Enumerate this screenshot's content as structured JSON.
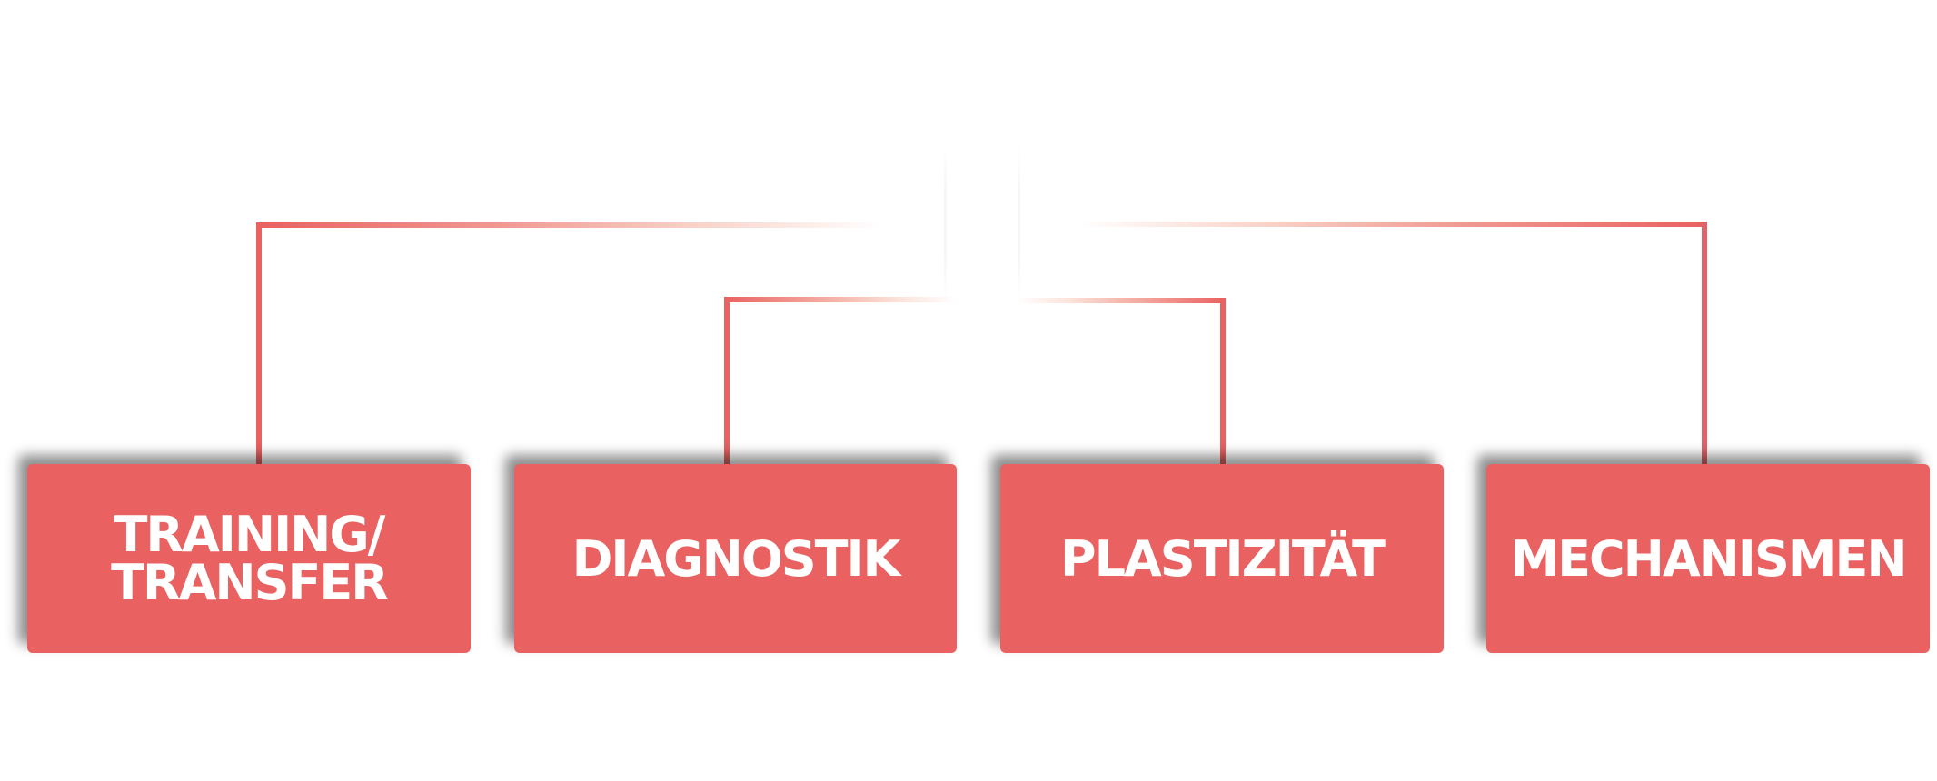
{
  "diagram": {
    "colors": {
      "box": "#E96161",
      "connector": "#E96161",
      "text": "#FFFFFF",
      "background": "#FFFFFF"
    },
    "nodes": [
      {
        "id": "training-transfer",
        "lines": [
          "TRAINING/",
          "TRANSFER"
        ],
        "label": "TRAINING/ TRANSFER"
      },
      {
        "id": "diagnostik",
        "lines": [
          "DIAGNOSTIK"
        ],
        "label": "DIAGNOSTIK"
      },
      {
        "id": "plastizitaet",
        "lines": [
          "PLASTIZITÄT"
        ],
        "label": "PLASTIZITÄT"
      },
      {
        "id": "mechanismen",
        "lines": [
          "MECHANISMEN"
        ],
        "label": "MECHANISMEN"
      }
    ],
    "connectors": [
      {
        "from": "root",
        "to": "training-transfer",
        "level": "outer"
      },
      {
        "from": "root",
        "to": "diagnostik",
        "level": "inner"
      },
      {
        "from": "root",
        "to": "plastizitaet",
        "level": "inner"
      },
      {
        "from": "root",
        "to": "mechanismen",
        "level": "outer"
      }
    ]
  }
}
